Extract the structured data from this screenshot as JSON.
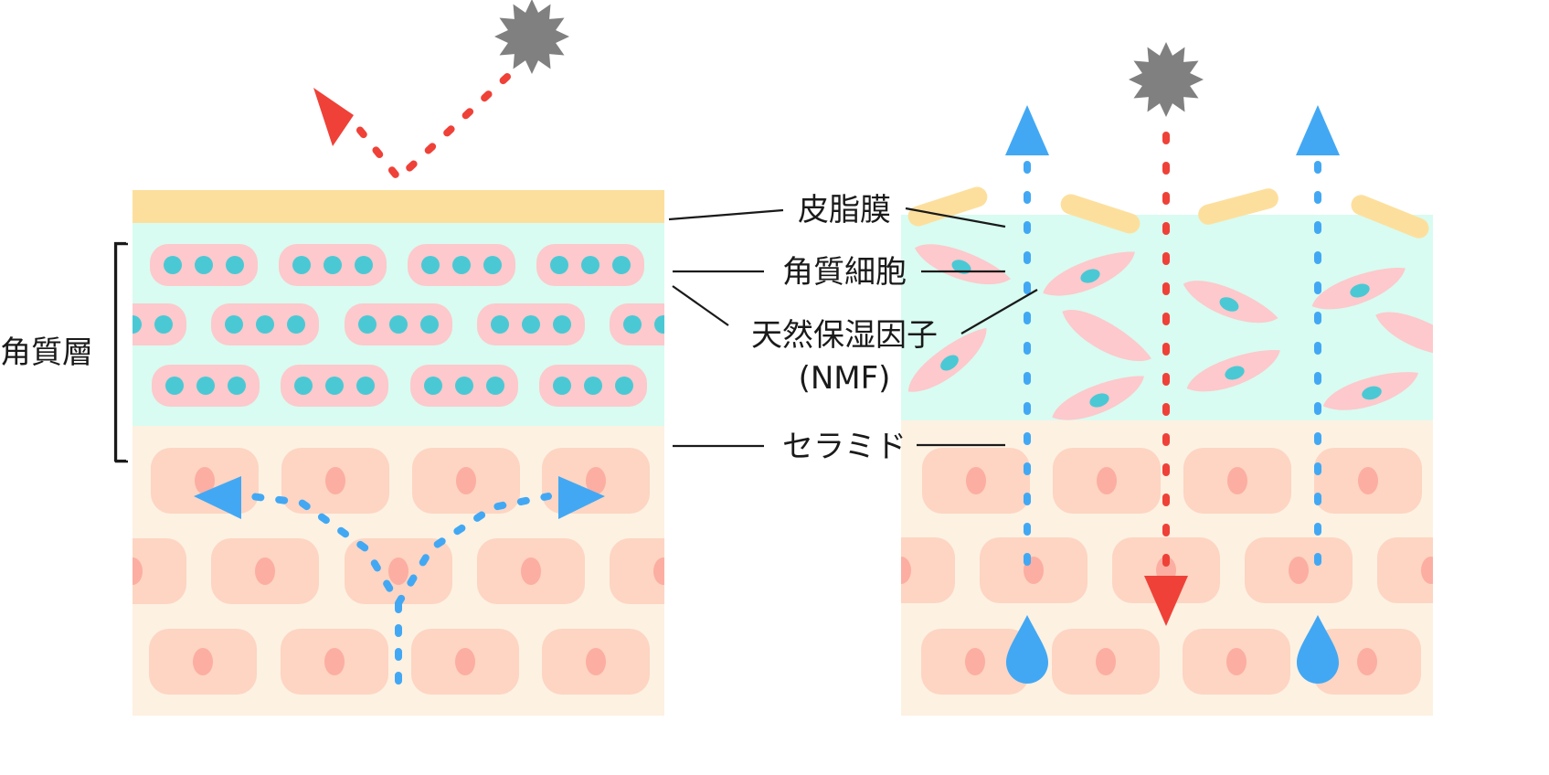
{
  "labels": {
    "sebum_film": "皮脂膜",
    "corneocyte": "角質細胞",
    "nmf_line1": "天然保湿因子",
    "nmf_line2": "(NMF)",
    "ceramide": "セラミド",
    "stratum_corneum": "角質層"
  },
  "panels": {
    "left": {
      "state": "healthy-barrier",
      "description": "Irritant reflected by intact sebum film; moisture retained within skin"
    },
    "right": {
      "state": "damaged-barrier",
      "description": "Irritant penetrates; moisture escapes through disordered layers"
    }
  },
  "colors": {
    "sebum": "#fddf9d",
    "stratum_corneum_bg": "#d8fcf1",
    "corneocyte": "#fdc9cc",
    "nmf": "#4ac9d5",
    "epidermis_bg": "#fdf1e2",
    "epidermal_cell": "#fdd5c2",
    "nucleus": "#fcaea2",
    "irritant": "#808080",
    "irritant_arrow": "#ef4138",
    "water_arrow": "#42a8f4",
    "text": "#1a1a1a"
  },
  "icons": {
    "irritant": "irritant-starburst-icon",
    "water_drop": "water-drop-icon",
    "arrowhead": "triangle-arrowhead-icon"
  }
}
